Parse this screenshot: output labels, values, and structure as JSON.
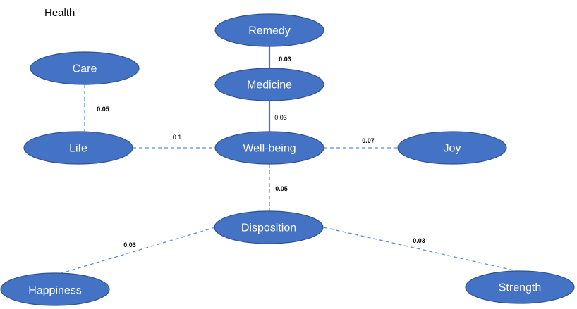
{
  "title": "Health",
  "colors": {
    "node_fill": "#4472C4",
    "node_text": "#ffffff",
    "edge": "#4472C4"
  },
  "nodes": {
    "remedy": "Remedy",
    "medicine": "Medicine",
    "care": "Care",
    "life": "Life",
    "wellbeing": "Well-being",
    "joy": "Joy",
    "disposition": "Disposition",
    "happiness": "Happiness",
    "strength": "Strength"
  },
  "edges": {
    "remedy_medicine": "0.03",
    "medicine_wellbeing": "0.03",
    "care_life": "0.05",
    "life_wellbeing": "0.1",
    "wellbeing_joy": "0.07",
    "wellbeing_disposition": "0.05",
    "disposition_happiness": "0.03",
    "disposition_strength": "0.03"
  }
}
